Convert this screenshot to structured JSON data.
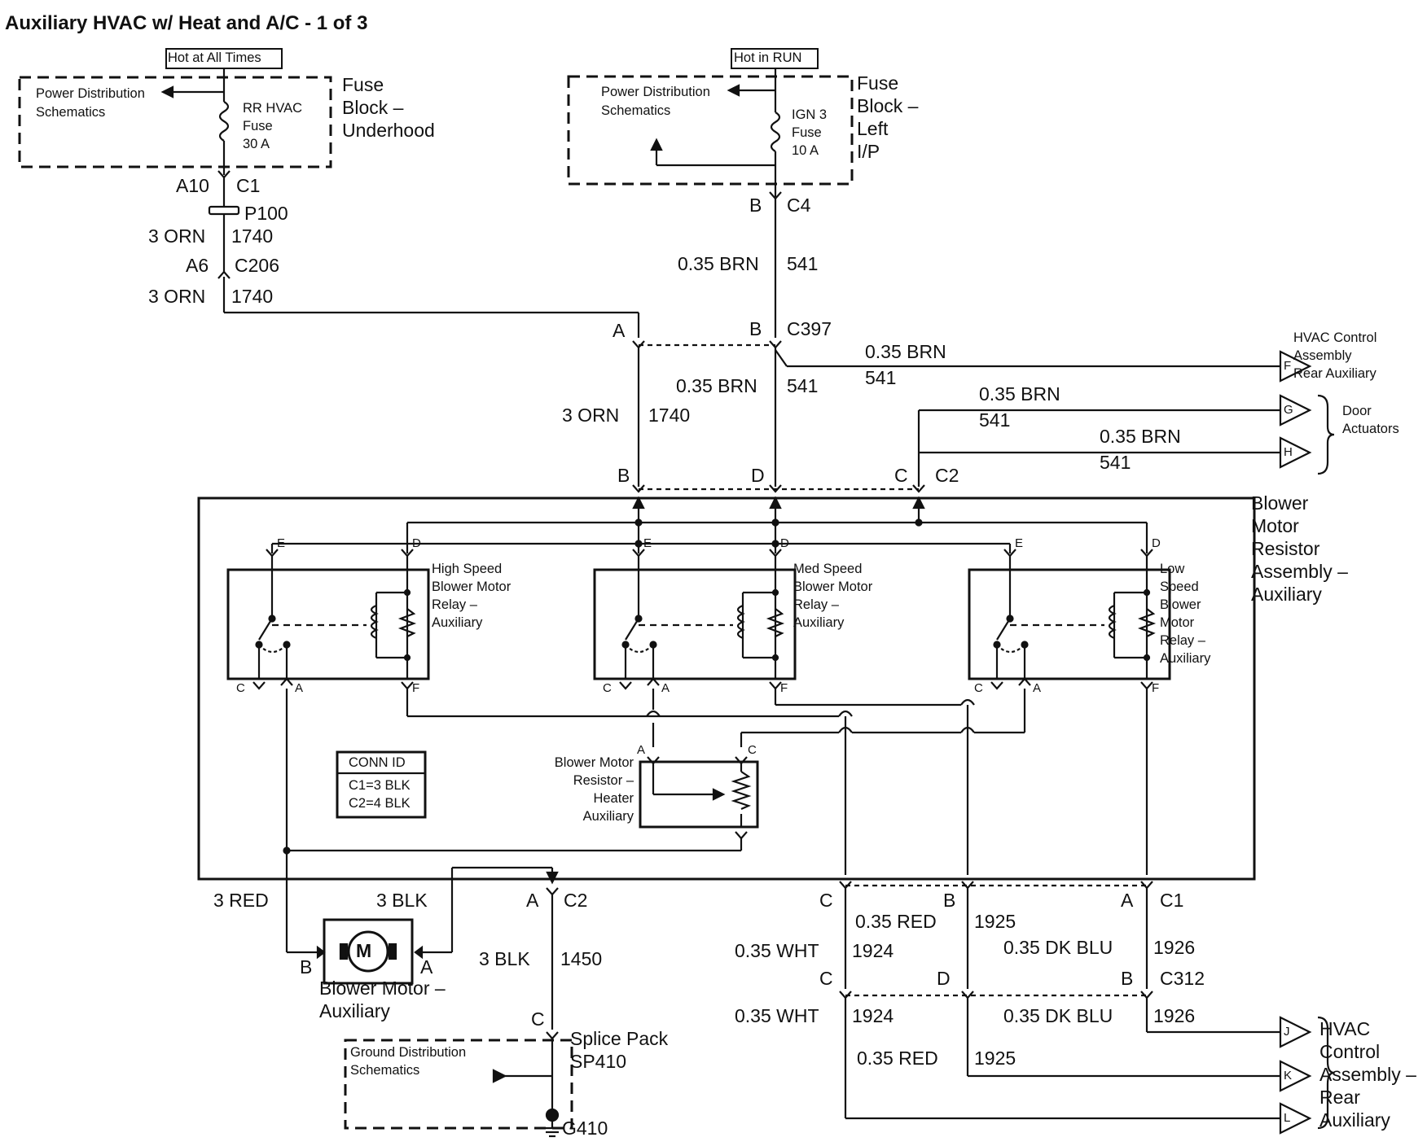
{
  "title": "Auxiliary HVAC w/ Heat and A/C - 1 of 3",
  "power": {
    "hot_all_times": "Hot at All Times",
    "hot_in_run": "Hot in RUN",
    "power_dist_1": "Power Distribution\nSchematics",
    "power_dist_2": "Power Distribution\nSchematics",
    "fuse1": "RR HVAC\nFuse\n30 A",
    "fuse2": "IGN 3\nFuse\n10 A",
    "fuse_block_underhood": "Fuse\nBlock –\nUnderhood",
    "fuse_block_left_ip": "Fuse\nBlock –\nLeft\nI/P"
  },
  "connectors": {
    "a10": "A10",
    "c1_top": "C1",
    "p100": "P100",
    "a6": "A6",
    "c206": "C206",
    "b_c4": "B",
    "c4": "C4",
    "a_c397": "A",
    "b_c397": "B",
    "c397": "C397",
    "b_top": "B",
    "d_top": "D",
    "c_top": "C",
    "c2_top": "C2",
    "c_bottom": "C",
    "b_bottom": "B",
    "a_bottom": "A",
    "c1_bottom": "C1",
    "c_c312": "C",
    "d_c312": "D",
    "b_c312": "B",
    "c312": "C312",
    "a_c2": "A",
    "c2_bottom": "C2",
    "c_splice": "C",
    "motor_b": "B",
    "motor_a": "A"
  },
  "wires": {
    "w_3orn_1": "3 ORN",
    "c_1740_1": "1740",
    "w_3orn_2": "3 ORN",
    "c_1740_2": "1740",
    "w_3orn_3": "3 ORN",
    "c_1740_3": "1740",
    "w_brn_1": "0.35 BRN",
    "c_541_1": "541",
    "w_brn_2": "0.35 BRN",
    "c_541_2": "541",
    "w_brn_3": "0.35 BRN",
    "c_541_3": "541",
    "w_brn_4": "0.35 BRN",
    "c_541_4": "541",
    "w_brn_5": "0.35 BRN",
    "c_541_5": "541",
    "w_red_1": "0.35 RED",
    "c_1925_1": "1925",
    "w_red_2": "0.35 RED",
    "c_1925_2": "1925",
    "w_wht_1": "0.35 WHT",
    "c_1924_1": "1924",
    "w_wht_2": "0.35 WHT",
    "c_1924_2": "1924",
    "w_dkblu_1": "0.35 DK BLU",
    "c_1926_1": "1926",
    "w_dkblu_2": "0.35 DK BLU",
    "c_1926_2": "1926",
    "w_3red": "3 RED",
    "w_3blk_1": "3 BLK",
    "w_3blk_2": "3 BLK",
    "c_1450": "1450"
  },
  "components": {
    "hvac_control_rear_1": "HVAC Control\nAssembly\nRear Auxiliary",
    "door_actuators": "Door\nActuators",
    "blower_motor_resistor_assembly": "Blower\nMotor\nResistor\nAssembly –\nAuxiliary",
    "high_relay": "High Speed\nBlower Motor\nRelay –\nAuxiliary",
    "med_relay": "Med Speed\nBlower Motor\nRelay –\nAuxiliary",
    "low_relay": "Low\nSpeed\nBlower\nMotor\nRelay –\nAuxiliary",
    "resistor_heater": "Blower Motor\nResistor –\nHeater\nAuxiliary",
    "blower_motor": "Blower Motor –\nAuxiliary",
    "motor_symbol": "M",
    "ground_dist": "Ground Distribution\nSchematics",
    "splice_pack": "Splice Pack\nSP410",
    "g410": "G410",
    "hvac_control_rear_2": "HVAC\nControl\nAssembly –\nRear\nAuxiliary"
  },
  "conn_id": {
    "title": "CONN ID",
    "c1": "C1=3 BLK",
    "c2": "C2=4 BLK"
  },
  "relay_pins": {
    "r1_e": "E",
    "r1_d": "D",
    "r1_c": "C",
    "r1_a": "A",
    "r1_f": "F",
    "r2_e": "E",
    "r2_d": "D",
    "r2_c": "C",
    "r2_a": "A",
    "r2_f": "F",
    "r3_e": "E",
    "r3_d": "D",
    "r3_c": "C",
    "r3_a": "A",
    "r3_f": "F",
    "res_a": "A",
    "res_c": "C"
  },
  "terminals": {
    "f": "F",
    "g": "G",
    "h": "H",
    "j": "J",
    "k": "K",
    "l": "L"
  }
}
